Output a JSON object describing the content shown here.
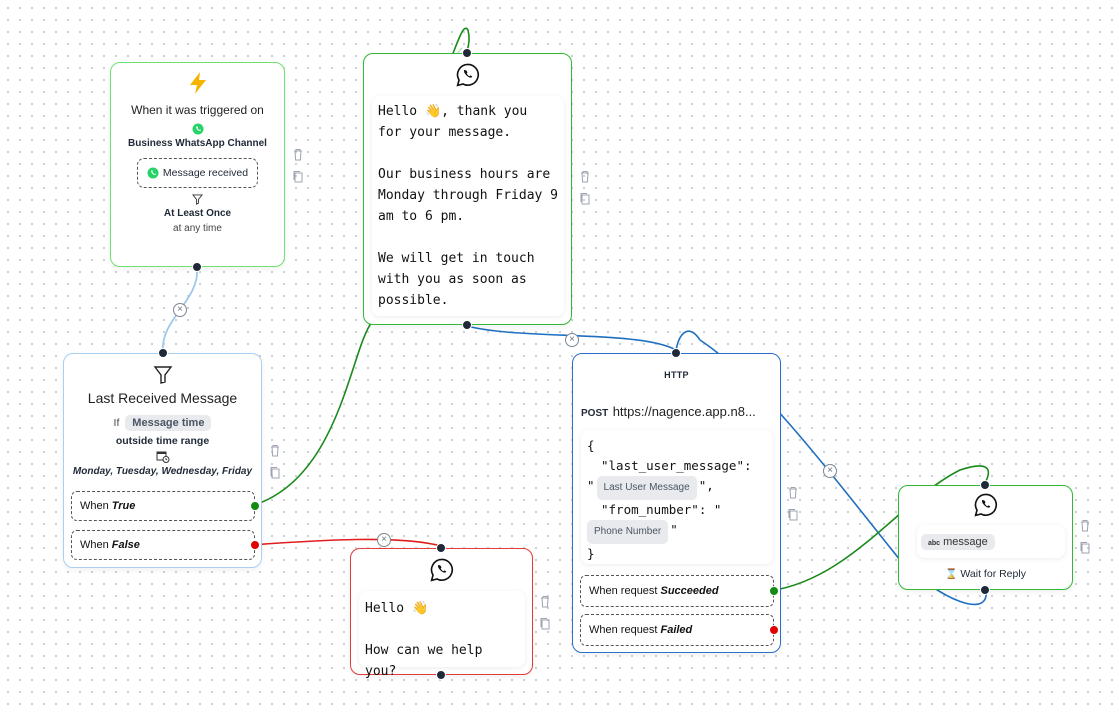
{
  "trigger_node": {
    "title": "When it was triggered on",
    "channel": "Business WhatsApp Channel",
    "event": "Message received",
    "frequency": "At Least Once",
    "timing": "at any time",
    "accent": "#6ee26e"
  },
  "filter_node": {
    "title": "Last Received Message",
    "if_label": "If",
    "field_pill": "Message time",
    "condition": "outside time range",
    "days": "Monday, Tuesday, Wednesday, Friday",
    "branch_true_prefix": "When",
    "branch_true_value": "True",
    "branch_false_prefix": "When",
    "branch_false_value": "False"
  },
  "hours_message_node": {
    "text": "Hello 👋, thank you\nfor your message.\n\nOur business hours are\nMonday through Friday 9\nam to 6 pm.\n\nWe will get in touch\nwith you as soon as\npossible."
  },
  "greeting_message_node": {
    "text": "Hello 👋\n\nHow can we help you?"
  },
  "http_node": {
    "title": "HTTP",
    "method": "POST",
    "url": "https://nagence.app.n8...",
    "body_open": "{",
    "body_key1": "\"last_user_message\":",
    "body_q1_open": "\"",
    "pill1": "Last User Message",
    "body_q1_close": "\",",
    "body_key2": "\"from_number\": \"",
    "pill2": "Phone Number",
    "body_q2_close": "\"",
    "body_close": "}",
    "success_prefix": "When request",
    "success_value": "Succeeded",
    "fail_prefix": "When request",
    "fail_value": "Failed"
  },
  "wait_node": {
    "variable_tag": "abc",
    "variable": "message",
    "action": "Wait for Reply"
  },
  "colors": {
    "green_edge": "#1a8a1a",
    "blue_edge": "#1f6fc0",
    "red_edge": "#e01e1e",
    "light_blue_edge": "#9cc8ee"
  }
}
